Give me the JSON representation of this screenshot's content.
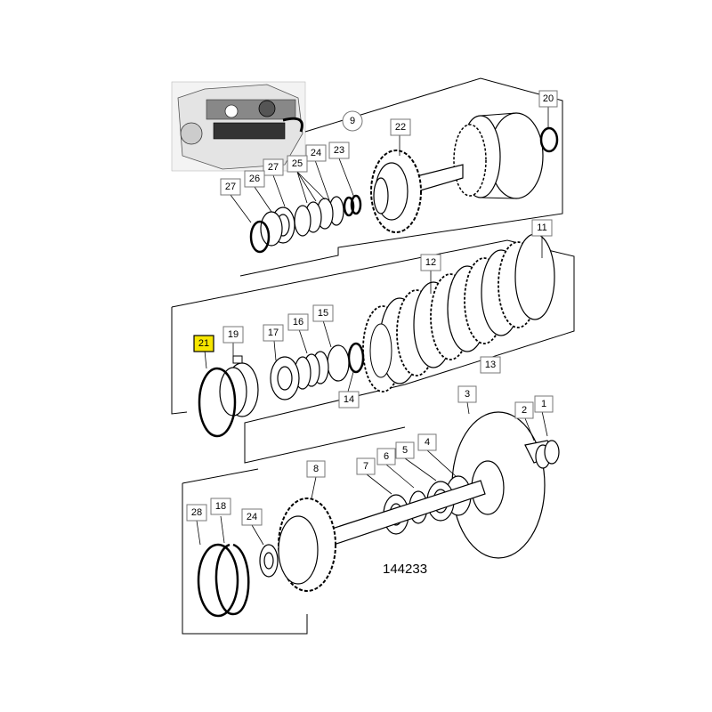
{
  "diagram": {
    "number": "144233",
    "highlight_label": "21",
    "highlight_color": "#f7e600",
    "callouts": [
      {
        "id": "c20",
        "text": "20"
      },
      {
        "id": "c9",
        "text": "9"
      },
      {
        "id": "c22",
        "text": "22"
      },
      {
        "id": "c23",
        "text": "23"
      },
      {
        "id": "c24a",
        "text": "24"
      },
      {
        "id": "c25",
        "text": "25"
      },
      {
        "id": "c27a",
        "text": "27"
      },
      {
        "id": "c26",
        "text": "26"
      },
      {
        "id": "c27b",
        "text": "27"
      },
      {
        "id": "c11",
        "text": "11"
      },
      {
        "id": "c12",
        "text": "12"
      },
      {
        "id": "c13",
        "text": "13"
      },
      {
        "id": "c21",
        "text": "21"
      },
      {
        "id": "c19",
        "text": "19"
      },
      {
        "id": "c17",
        "text": "17"
      },
      {
        "id": "c16",
        "text": "16"
      },
      {
        "id": "c15",
        "text": "15"
      },
      {
        "id": "c14",
        "text": "14"
      },
      {
        "id": "c3",
        "text": "3"
      },
      {
        "id": "c2",
        "text": "2"
      },
      {
        "id": "c1",
        "text": "1"
      },
      {
        "id": "c8",
        "text": "8"
      },
      {
        "id": "c7",
        "text": "7"
      },
      {
        "id": "c6",
        "text": "6"
      },
      {
        "id": "c5",
        "text": "5"
      },
      {
        "id": "c4",
        "text": "4"
      },
      {
        "id": "c28",
        "text": "28"
      },
      {
        "id": "c18",
        "text": "18"
      },
      {
        "id": "c24b",
        "text": "24"
      }
    ]
  }
}
